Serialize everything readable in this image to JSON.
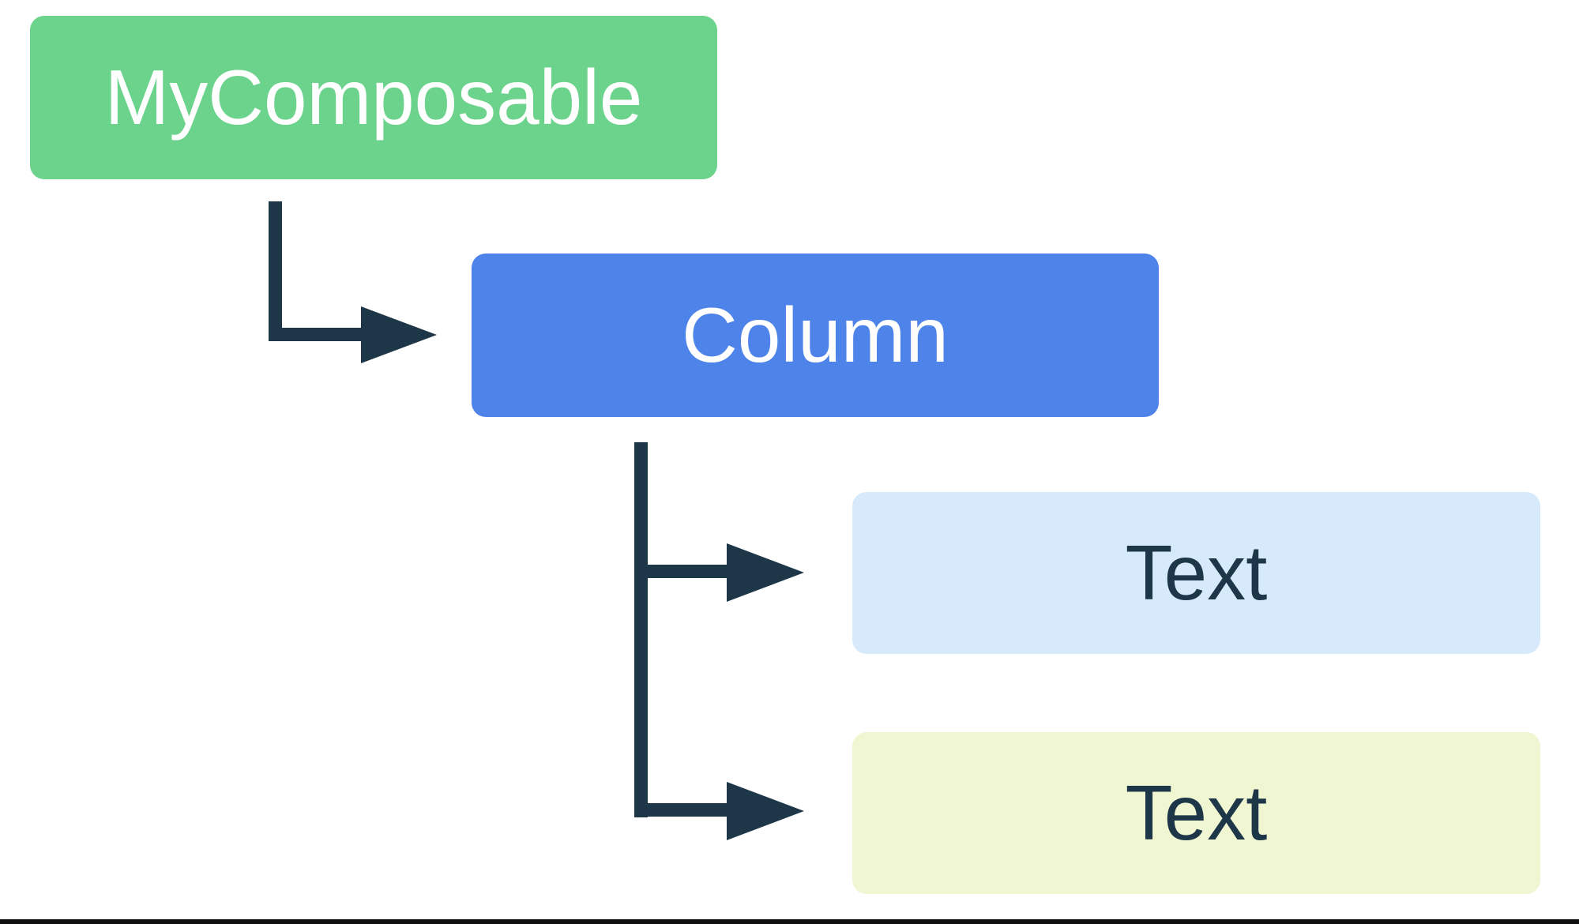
{
  "diagram": {
    "title": "composable-hierarchy-tree",
    "background_color": "#ffffff",
    "arrow_color": "#1d3748",
    "bottom_rule_color": "#101010",
    "nodes": [
      {
        "id": "mycomposable",
        "label": "MyComposable",
        "bg": "#6cd38c",
        "text_color": "#ffffff"
      },
      {
        "id": "column",
        "label": "Column",
        "bg": "#4e83ea",
        "text_color": "#ffffff"
      },
      {
        "id": "text-1",
        "label": "Text",
        "bg": "#d7eafc",
        "text_color": "#1d3748"
      },
      {
        "id": "text-2",
        "label": "Text",
        "bg": "#f0f5d2",
        "text_color": "#1d3748"
      }
    ],
    "edges": [
      {
        "from": "mycomposable",
        "to": "column"
      },
      {
        "from": "column",
        "to": "text-1"
      },
      {
        "from": "column",
        "to": "text-2"
      }
    ]
  }
}
